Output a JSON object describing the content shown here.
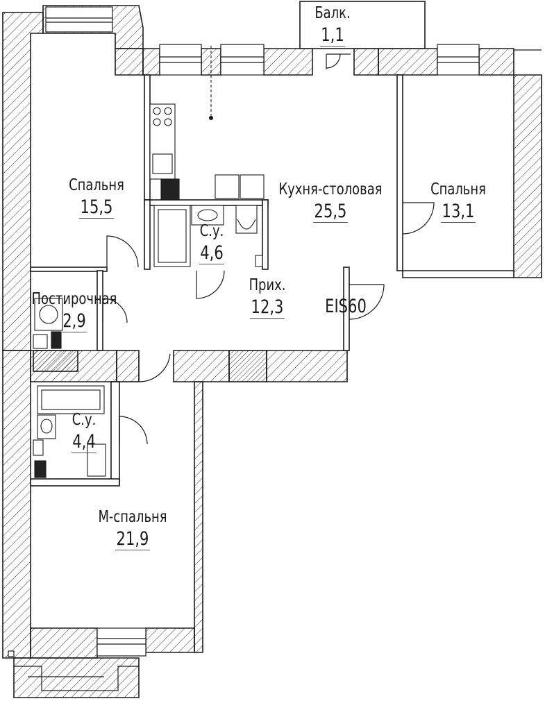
{
  "rooms": {
    "balcony": {
      "name": "Балк.",
      "area": "1,1"
    },
    "bedroom_1": {
      "name": "Спальня",
      "area": "15,5"
    },
    "kitchen": {
      "name": "Кухня-столовая",
      "area": "25,5"
    },
    "bedroom_2": {
      "name": "Спальня",
      "area": "13,1"
    },
    "bath_1": {
      "name": "С.у.",
      "area": "4,6"
    },
    "hall": {
      "name": "Прих.",
      "area": "12,3"
    },
    "laundry": {
      "name": "Постирочная",
      "area": "2,9"
    },
    "bath_2": {
      "name": "С.у.",
      "area": "4,4"
    },
    "master": {
      "name": "М-спальня",
      "area": "21,9"
    }
  },
  "marks": {
    "entrance_door": "EIS60"
  },
  "colors": {
    "wall": "#ffffff",
    "line": "#1a1a1a",
    "hatch": "#333333"
  }
}
